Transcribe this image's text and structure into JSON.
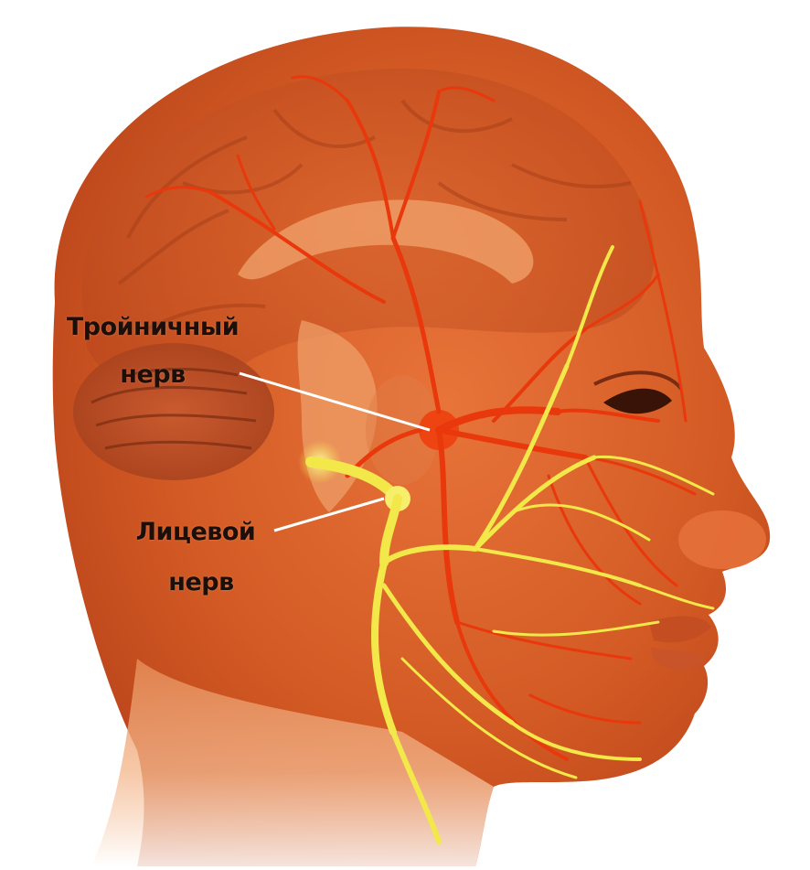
{
  "labels": {
    "trigeminal": {
      "line1": "Тройничный",
      "line2": "нерв"
    },
    "facial": {
      "line1": "Лицевой",
      "line2": "нерв"
    }
  },
  "colors": {
    "skin": "#d9632a",
    "skin_light": "#f0a36c",
    "brain": "#c44d22",
    "trigeminal_nerve": "#e8380c",
    "facial_nerve": "#f2e84a",
    "text": "#1c0e08",
    "background": "#ffffff"
  }
}
